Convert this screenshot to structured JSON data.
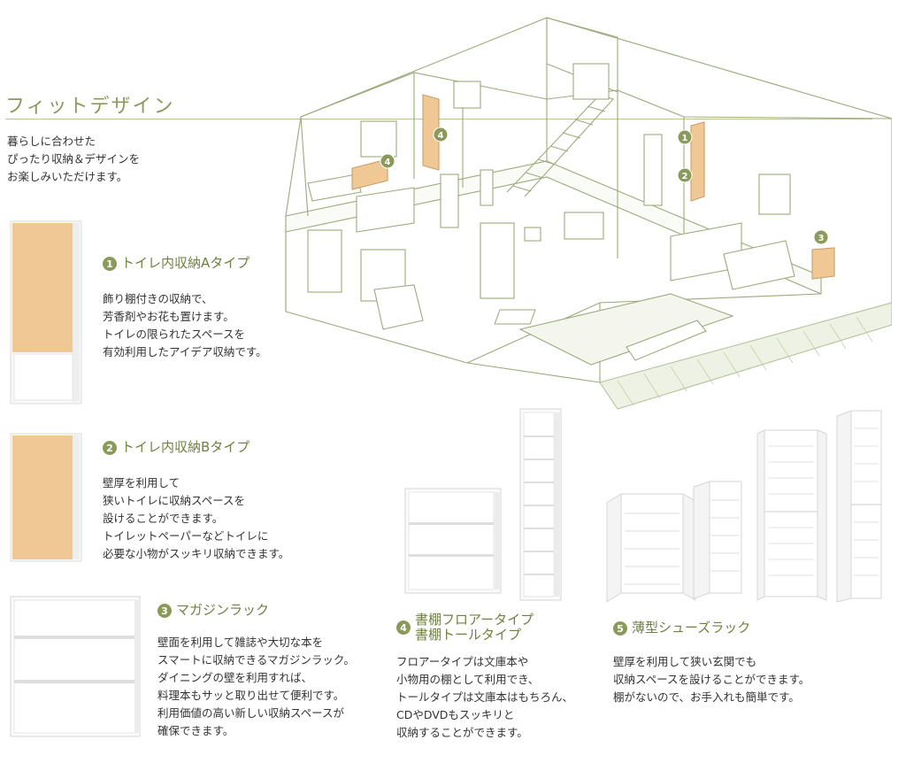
{
  "page": {
    "title": "フィットデザイン",
    "intro": "暮らしに合わせた\nぴったり収納＆デザインを\nお楽しみいただけます。"
  },
  "house_markers": [
    "1",
    "2",
    "3",
    "4",
    "4"
  ],
  "sections": [
    {
      "number": "1",
      "title": "トイレ内収納Aタイプ",
      "description": "飾り棚付きの収納で、\n芳香剤やお花も置けます。\nトイレの限られたスペースを\n有効利用したアイデア収納です。"
    },
    {
      "number": "2",
      "title": "トイレ内収納Bタイプ",
      "description": "壁厚を利用して\n狭いトイレに収納スペースを\n設けることができます。\nトイレットペーパーなどトイレに\n必要な小物がスッキリ収納できます。"
    },
    {
      "number": "3",
      "title": "マガジンラック",
      "description": "壁面を利用して雑誌や大切な本を\nスマートに収納できるマガジンラック。\nダイニングの壁を利用すれば、\n料理本もサッと取り出せて便利です。\n利用価値の高い新しい収納スペースが\n確保できます。"
    },
    {
      "number": "4",
      "title": "書棚フロアータイプ\n書棚トールタイプ",
      "description": "フロアータイプは文庫本や\n小物用の棚として利用でき、\nトールタイプは文庫本はもちろん、\nCDやDVDもスッキリと\n収納することができます。"
    },
    {
      "number": "5",
      "title": "薄型シューズラック",
      "description": "壁厚を利用して狭い玄関でも\n収納スペースを設けることができます。\n棚がないので、お手入れも簡単です。"
    }
  ],
  "colors": {
    "accent": "#8a9a5b",
    "heading": "#6f8140",
    "house_line": "#9aab7a",
    "wood": "#efc896",
    "cabinet": "#f7f7f7"
  }
}
